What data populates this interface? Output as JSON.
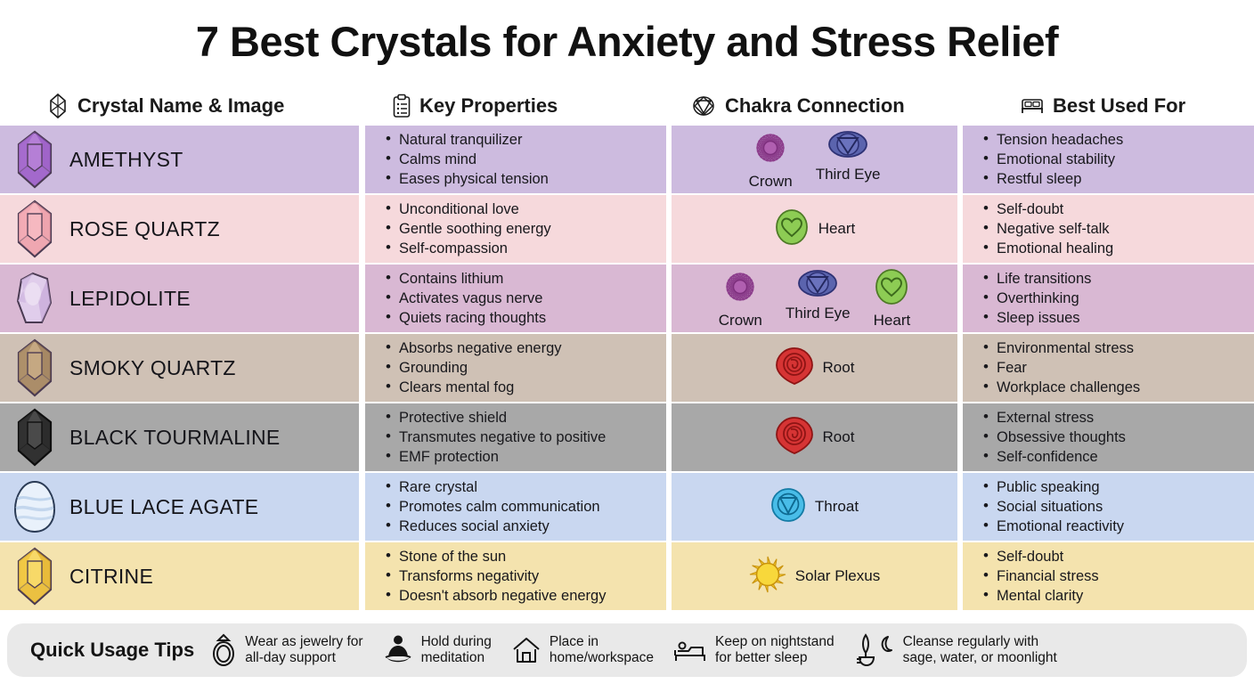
{
  "title": "7 Best Crystals for Anxiety and Stress Relief",
  "columns": [
    {
      "label": "Crystal Name & Image",
      "icon": "crystal-icon"
    },
    {
      "label": "Key Properties",
      "icon": "clipboard-icon"
    },
    {
      "label": "Chakra Connection",
      "icon": "chakra-icon"
    },
    {
      "label": "Best Used For",
      "icon": "bed-icon"
    }
  ],
  "colors": {
    "amethyst_row": "#cdbbdf",
    "rose_quartz_row": "#f6d9dc",
    "lepidolite_row": "#d9b8d3",
    "smoky_quartz_row": "#cfc1b5",
    "black_tourmaline_row": "#a8a8a8",
    "blue_lace_agate_row": "#c9d7f0",
    "citrine_row": "#f4e3ae",
    "footer_bg": "#e9e9e9",
    "crown_chakra": "#b05fb0",
    "third_eye_chakra": "#4a4f9e",
    "heart_chakra": "#7cc24a",
    "root_chakra": "#cf2b2b",
    "throat_chakra": "#45b6e0",
    "solar_plexus_chakra": "#f5c518"
  },
  "rows": [
    {
      "name": "AMETHYST",
      "crystal_icon": "amethyst-crystal-icon",
      "row_color": "#cdbbdf",
      "properties": [
        "Natural tranquilizer",
        "Calms mind",
        "Eases physical tension"
      ],
      "chakras": [
        {
          "label": "Crown",
          "icon": "crown-chakra-icon"
        },
        {
          "label": "Third Eye",
          "icon": "third-eye-chakra-icon"
        }
      ],
      "chakra_layout": "stacked",
      "best_used_for": [
        "Tension headaches",
        "Emotional stability",
        "Restful sleep"
      ]
    },
    {
      "name": "ROSE QUARTZ",
      "crystal_icon": "rose-quartz-crystal-icon",
      "row_color": "#f6d9dc",
      "properties": [
        "Unconditional love",
        "Gentle soothing energy",
        "Self-compassion"
      ],
      "chakras": [
        {
          "label": "Heart",
          "icon": "heart-chakra-icon"
        }
      ],
      "chakra_layout": "inline",
      "best_used_for": [
        "Self-doubt",
        "Negative self-talk",
        "Emotional healing"
      ]
    },
    {
      "name": "LEPIDOLITE",
      "crystal_icon": "lepidolite-crystal-icon",
      "row_color": "#d9b8d3",
      "properties": [
        "Contains lithium",
        "Activates vagus nerve",
        "Quiets racing thoughts"
      ],
      "chakras": [
        {
          "label": "Crown",
          "icon": "crown-chakra-icon"
        },
        {
          "label": "Third Eye",
          "icon": "third-eye-chakra-icon"
        },
        {
          "label": "Heart",
          "icon": "heart-chakra-icon"
        }
      ],
      "chakra_layout": "stacked",
      "best_used_for": [
        "Life transitions",
        "Overthinking",
        "Sleep issues"
      ]
    },
    {
      "name": "SMOKY QUARTZ",
      "crystal_icon": "smoky-quartz-crystal-icon",
      "row_color": "#cfc1b5",
      "properties": [
        "Absorbs negative energy",
        "Grounding",
        "Clears mental fog"
      ],
      "chakras": [
        {
          "label": "Root",
          "icon": "root-chakra-icon"
        }
      ],
      "chakra_layout": "inline",
      "best_used_for": [
        "Environmental stress",
        "Fear",
        "Workplace challenges"
      ]
    },
    {
      "name": "BLACK TOURMALINE",
      "crystal_icon": "black-tourmaline-crystal-icon",
      "row_color": "#a8a8a8",
      "properties": [
        "Protective shield",
        "Transmutes negative to positive",
        "EMF protection"
      ],
      "chakras": [
        {
          "label": "Root",
          "icon": "root-chakra-icon"
        }
      ],
      "chakra_layout": "inline",
      "best_used_for": [
        "External stress",
        "Obsessive thoughts",
        "Self-confidence"
      ]
    },
    {
      "name": "BLUE LACE AGATE",
      "crystal_icon": "blue-lace-agate-crystal-icon",
      "row_color": "#c9d7f0",
      "properties": [
        "Rare crystal",
        "Promotes calm communication",
        "Reduces social anxiety"
      ],
      "chakras": [
        {
          "label": "Throat",
          "icon": "throat-chakra-icon"
        }
      ],
      "chakra_layout": "inline",
      "best_used_for": [
        "Public speaking",
        "Social situations",
        "Emotional reactivity"
      ]
    },
    {
      "name": "CITRINE",
      "crystal_icon": "citrine-crystal-icon",
      "row_color": "#f4e3ae",
      "properties": [
        "Stone of the sun",
        "Transforms negativity",
        "Doesn't absorb negative energy"
      ],
      "chakras": [
        {
          "label": "Solar Plexus",
          "icon": "solar-plexus-chakra-icon"
        }
      ],
      "chakra_layout": "inline",
      "best_used_for": [
        "Self-doubt",
        "Financial stress",
        "Mental clarity"
      ]
    }
  ],
  "footer": {
    "title": "Quick Usage Tips",
    "tips": [
      {
        "icon": "ring-icon",
        "line1": "Wear as jewelry for",
        "line2": "all-day support"
      },
      {
        "icon": "meditation-icon",
        "line1": "Hold during",
        "line2": "meditation"
      },
      {
        "icon": "house-icon",
        "line1": "Place in",
        "line2": "home/workspace"
      },
      {
        "icon": "bed-icon",
        "line1": "Keep on nightstand",
        "line2": "for better sleep"
      },
      {
        "icon": "sage-moon-icon",
        "line1": "Cleanse regularly with",
        "line2": "sage, water, or moonlight"
      }
    ]
  }
}
